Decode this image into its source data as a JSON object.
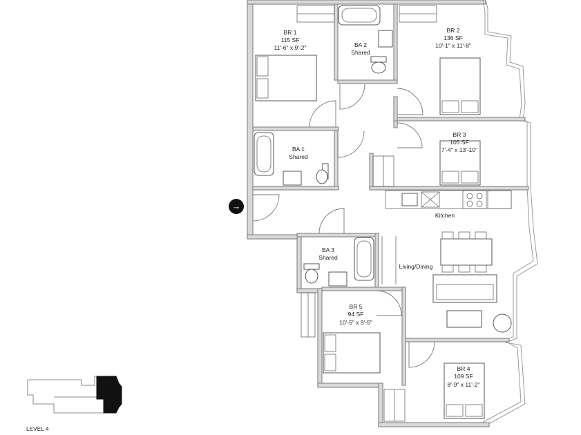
{
  "rooms": {
    "br1": {
      "name": "BR 1",
      "area": "115 SF",
      "dims": "11'-6\" x 9'-2\""
    },
    "br2": {
      "name": "BR 2",
      "area": "136 SF",
      "dims": "10'-1\" x 11'-8\""
    },
    "br3": {
      "name": "BR 3",
      "area": "105 SF",
      "dims": "7'-4\" x 13'-10\""
    },
    "br4": {
      "name": "BR 4",
      "area": "109 SF",
      "dims": "8'-9\" x 11'-2\""
    },
    "br5": {
      "name": "BR 5",
      "area": "94 SF",
      "dims": "10'-5\" x 9'-5\""
    },
    "ba1": {
      "name": "BA 1",
      "note": "Shared"
    },
    "ba2": {
      "name": "BA 2",
      "note": "Shared"
    },
    "ba3": {
      "name": "BA 3",
      "note": "Shared"
    },
    "kitchen": {
      "name": "Kitchen"
    },
    "living": {
      "name": "Living/Dining"
    }
  },
  "key_plan": {
    "label": "LEVEL 4",
    "highlight_color": "#111111"
  },
  "entry_marker": {
    "icon": "arrow-right-icon",
    "glyph": "→"
  },
  "colors": {
    "wall_fill": "#d9d9d9",
    "line": "#555555"
  }
}
